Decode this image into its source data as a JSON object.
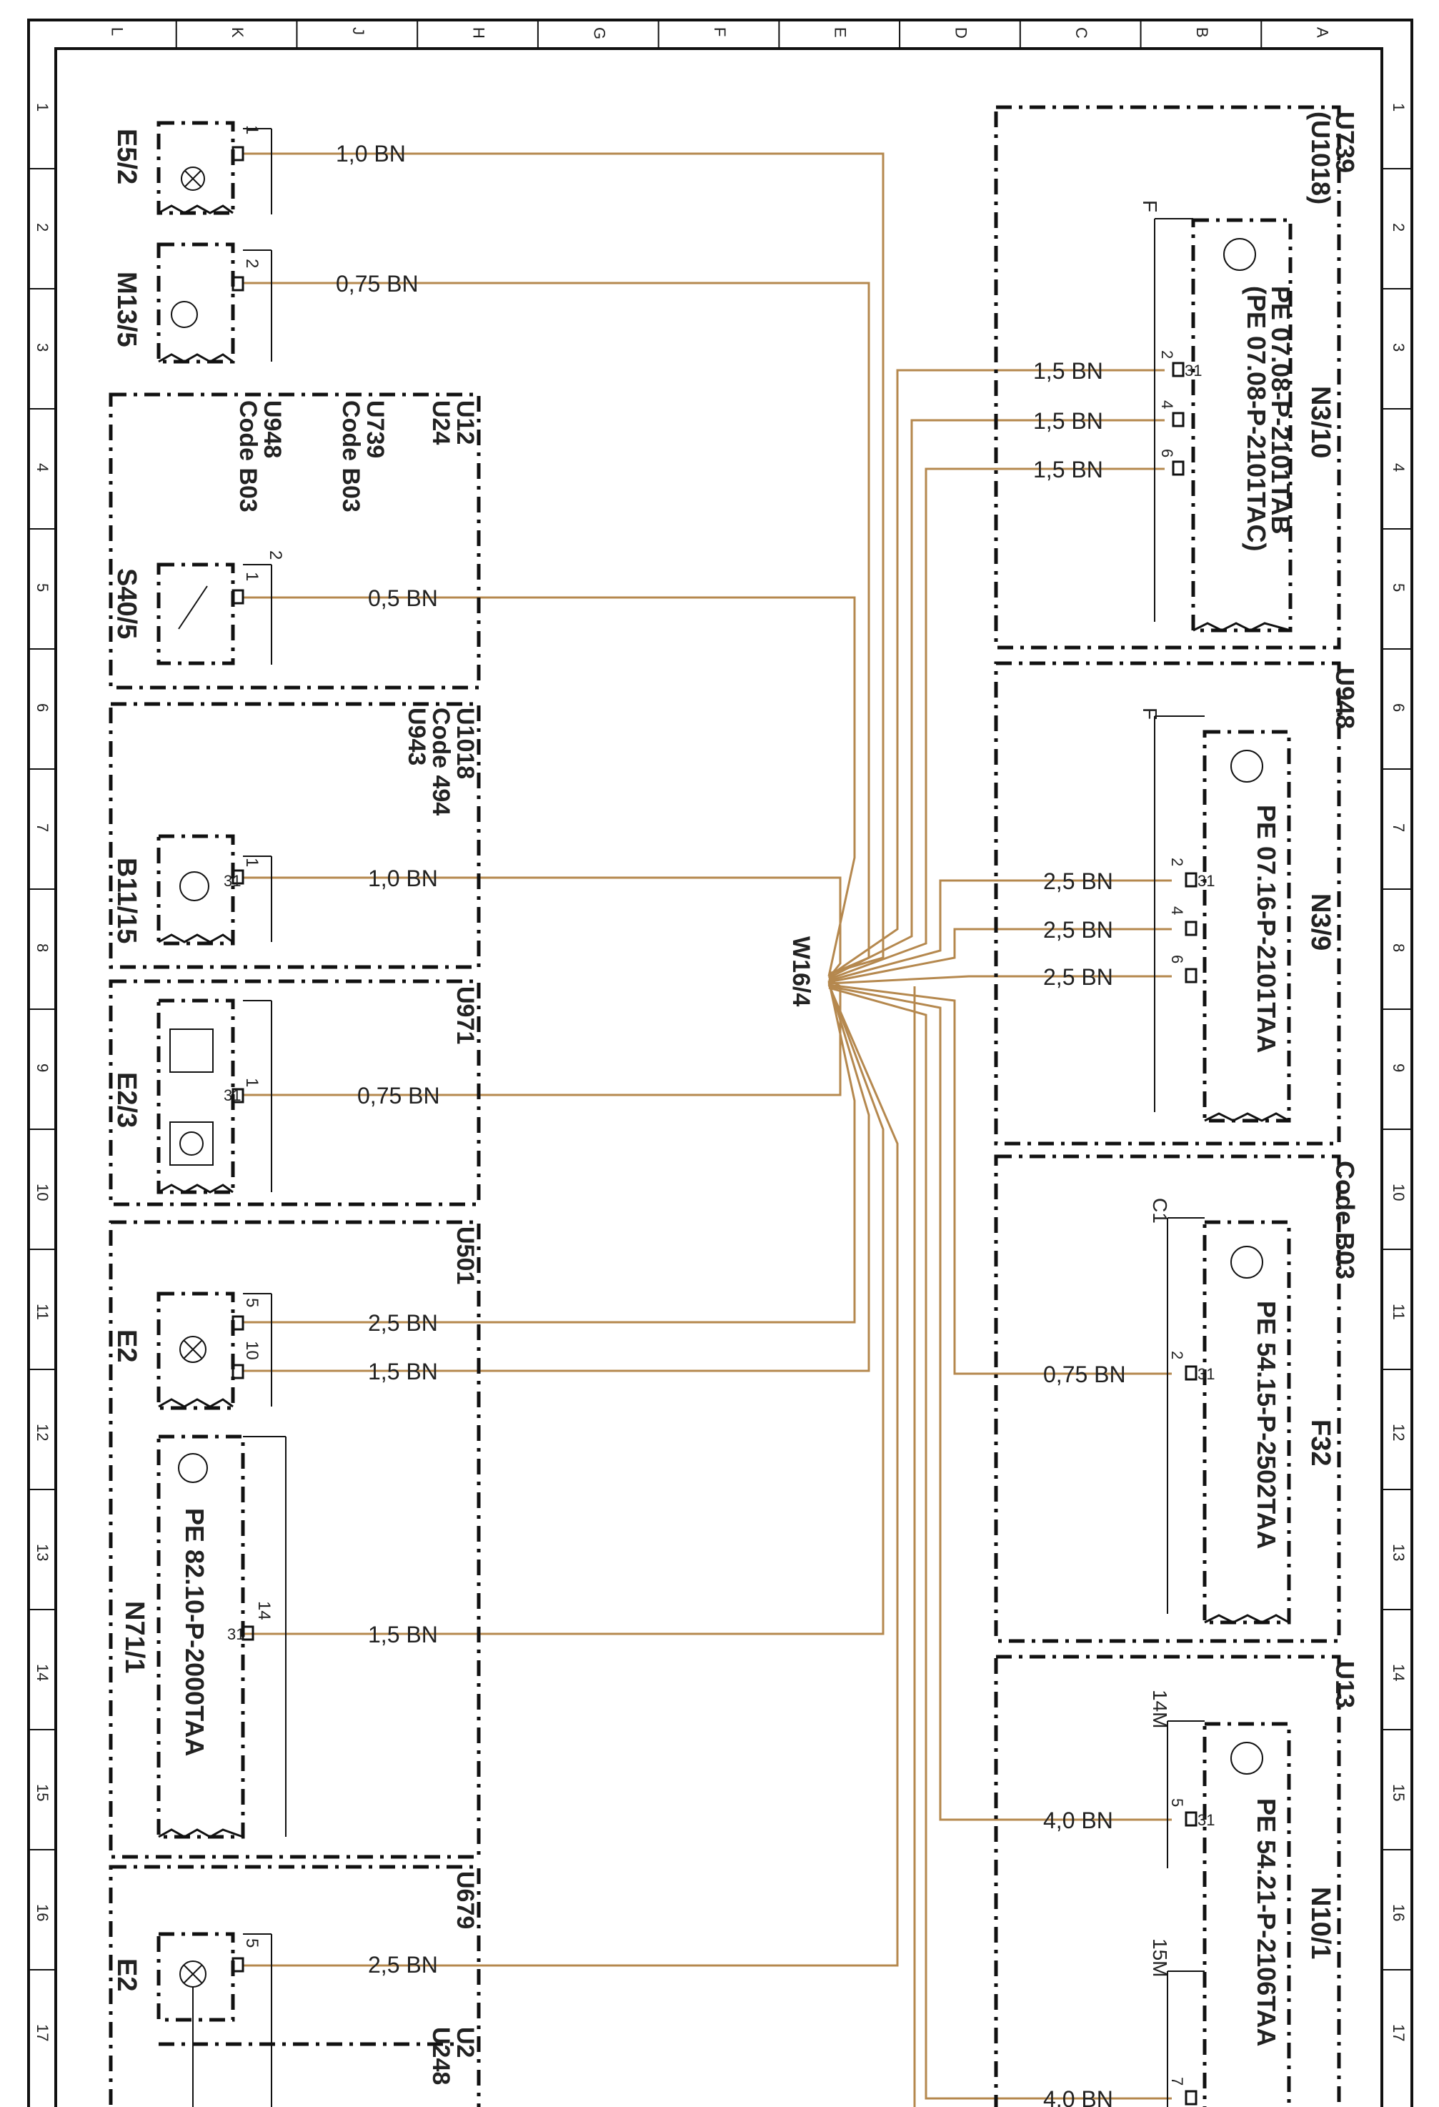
{
  "frame": {
    "columns": [
      "L",
      "K",
      "J",
      "H",
      "G",
      "F",
      "E",
      "D",
      "C",
      "B",
      "A"
    ],
    "rows": [
      "1",
      "2",
      "3",
      "4",
      "5",
      "6",
      "7",
      "8",
      "9",
      "10",
      "11",
      "12",
      "13",
      "14",
      "15",
      "16",
      "17"
    ]
  },
  "harness": {
    "label": "W16/4"
  },
  "left_components": [
    {
      "id": "E5/2",
      "pin": "1",
      "wire": "1,0 BN",
      "symbol": "lamp"
    },
    {
      "id": "M13/5",
      "pin": "2",
      "wire": "0,75 BN",
      "symbol": "motor"
    },
    {
      "id": "S40/5",
      "pin": "1",
      "pin_alt": "2",
      "wire": "0,5 BN",
      "symbol": "switch",
      "group": [
        "U12",
        "U24",
        "U739",
        "Code B03",
        "U948",
        "Code B03"
      ]
    },
    {
      "id": "B11/15",
      "pin": "1",
      "pin_no": "31",
      "wire": "1,0 BN",
      "symbol": "sensor",
      "group": [
        "U1018",
        "Code 494",
        "U943"
      ]
    },
    {
      "id": "E2/3",
      "pin": "1",
      "pin_no": "31",
      "wire": "0,75 BN",
      "symbol": "led-lamp",
      "group": [
        "U971"
      ]
    },
    {
      "id": "E2",
      "pins": [
        "5",
        "10"
      ],
      "wires": [
        "2,5 BN",
        "1,5 BN"
      ],
      "symbol": "lamp",
      "group": [
        "U501"
      ]
    },
    {
      "id": "N71/1",
      "pin": "14",
      "pin_no": "31",
      "wire": "1,5 BN",
      "ref": "PE 82.10-P-2000TAA"
    },
    {
      "id": "E2",
      "pin": "5",
      "wire": "2,5 BN",
      "symbol": "lamp",
      "group": [
        "U679"
      ]
    },
    {
      "id": "",
      "group": [
        "U2",
        "U248"
      ]
    }
  ],
  "right_components": [
    {
      "id": "N3/10",
      "group": [
        "U739",
        "(U1018)"
      ],
      "conn": "F",
      "refs": [
        "PE 07.08-P-2101TAB",
        "(PE 07.08-P-2101TAC)"
      ],
      "pins": [
        "2",
        "4",
        "6"
      ],
      "pin_no": "31",
      "wires": [
        "1,5 BN",
        "1,5 BN",
        "1,5 BN"
      ]
    },
    {
      "id": "N3/9",
      "group": [
        "U948"
      ],
      "conn": "F",
      "refs": [
        "PE 07.16-P-2101TAA"
      ],
      "pins": [
        "2",
        "4",
        "6"
      ],
      "pin_no": "31",
      "wires": [
        "2,5 BN",
        "2,5 BN",
        "2,5 BN"
      ]
    },
    {
      "id": "F32",
      "group": [
        "Code B03"
      ],
      "conn": "C1",
      "refs": [
        "PE 54.15-P-2502TAA"
      ],
      "pins": [
        "2"
      ],
      "pin_no": "31",
      "wires": [
        "0,75 BN"
      ]
    },
    {
      "id": "N10/1",
      "group": [
        "U13"
      ],
      "conns": [
        "14M",
        "15M"
      ],
      "refs": [
        "PE 54.21-P-2106TAA"
      ],
      "pins": [
        "5",
        "7"
      ],
      "pin_no": "31",
      "wires": [
        "4,0 BN",
        "4,0 BN"
      ]
    }
  ],
  "colors": {
    "wire": "#b5884e",
    "line": "#111111"
  }
}
